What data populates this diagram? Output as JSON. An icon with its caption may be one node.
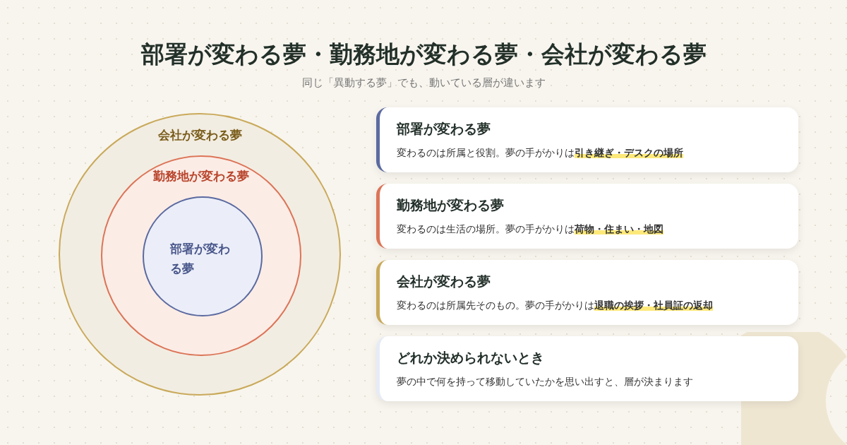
{
  "diagram": {
    "title": "部署が変わる夢・勤務地が変わる夢・会社が変わる夢",
    "nodes": [
      {
        "text": [
          "会社が変わる夢"
        ]
      },
      {
        "text": [
          "勤務地が変わる夢"
        ],
        "in": 0
      },
      {
        "text": [
          "部署が変わる夢"
        ],
        "in": 1
      },
      {
        "text": [
          "部署が変わる夢",
          "変わるのは所属と役割。夢の手がかりは**引き継ぎ・デスクの場所**"
        ]
      },
      {
        "text": [
          "勤務地が変わる夢",
          "変わるのは生活の場所。夢の手がかりは**荷物・住まい・地図**"
        ]
      },
      {
        "text": [
          "会社が変わる夢",
          "変わるのは所属先そのもの。夢の手がかりは**退職の挨拶・社員証の返却**"
        ]
      },
      {
        "text": [
          "どれか決められないとき",
          "夢の中で何を持って移動していたかを思い出すと、層が決まります"
        ]
      }
    ],
    "labels": [
      "同じ「異動する夢」でも、動いている層が違います"
    ]
  }
}
